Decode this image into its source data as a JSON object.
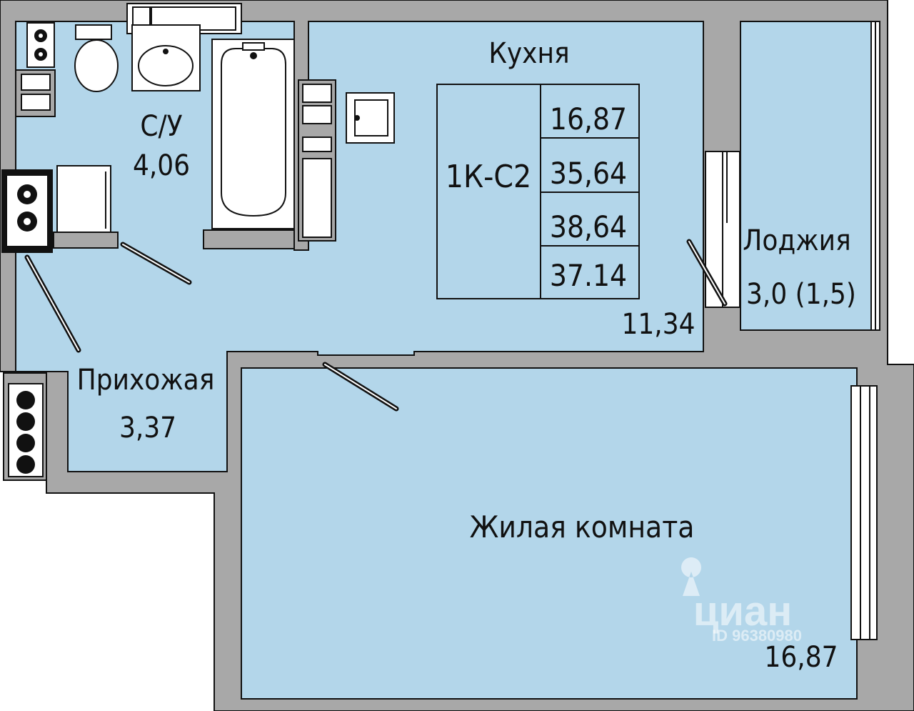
{
  "plan": {
    "rooms": {
      "kitchen": {
        "name": "Кухня",
        "area": "11,34"
      },
      "bathroom": {
        "name": "С/У",
        "area": "4,06"
      },
      "hallway": {
        "name": "Прихожая",
        "area": "3,37"
      },
      "loggia": {
        "name": "Лоджия",
        "area": "3,0 (1,5)"
      },
      "living": {
        "name": "Жилая комната",
        "area": "16,87"
      }
    },
    "summary": {
      "type": "1К-С2",
      "values": [
        "16,87",
        "35,64",
        "38,64",
        "37.14"
      ]
    },
    "watermark": {
      "brand": "циан",
      "id": "ID 96380980"
    },
    "colors": {
      "floor": "#b3d6ea",
      "wall": "#a8a8a8",
      "outline": "#111111",
      "fixture": "#ffffff"
    }
  }
}
